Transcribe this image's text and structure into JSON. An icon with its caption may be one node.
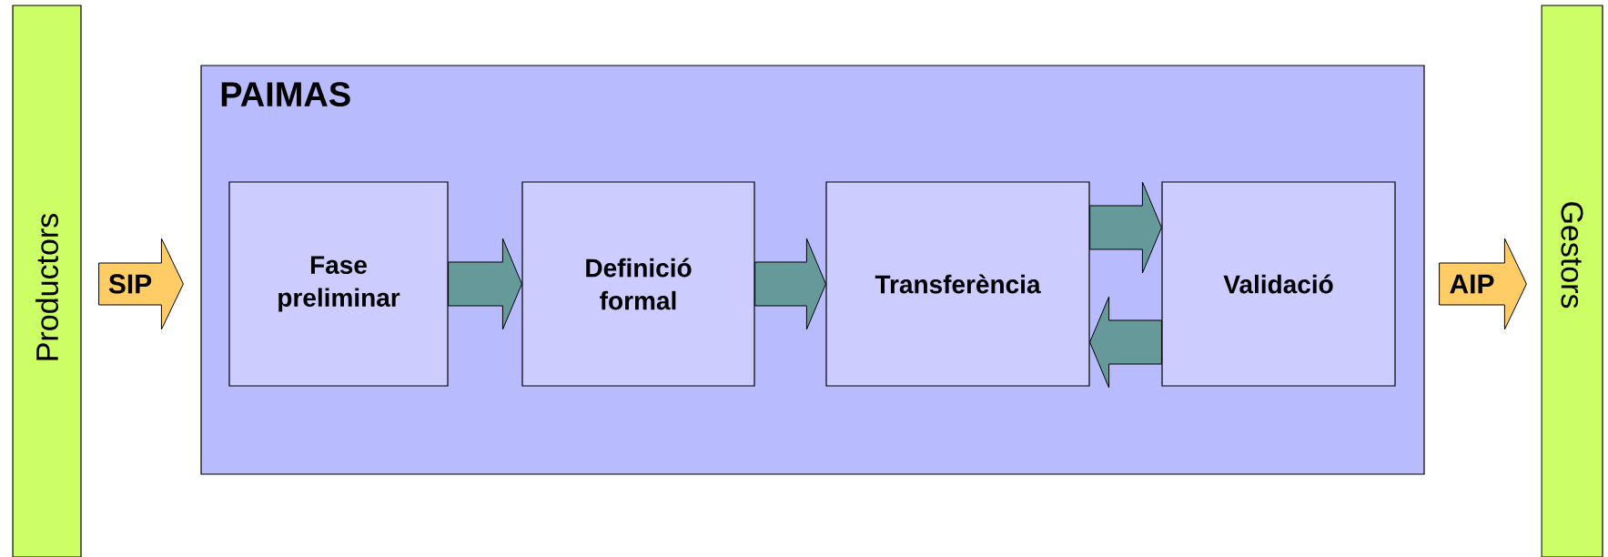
{
  "diagram": {
    "nodes": [
      {
        "text": [
          "Productors"
        ]
      },
      {
        "text": [
          "PAIMAS"
        ]
      },
      {
        "text": [
          "Fase preliminar"
        ],
        "in": 1
      },
      {
        "text": [
          "Definició formal"
        ],
        "in": 1
      },
      {
        "text": [
          "Transferència"
        ],
        "in": 1
      },
      {
        "text": [
          "Validació"
        ],
        "in": 1
      },
      {
        "text": [
          "Gestors"
        ]
      }
    ],
    "edges": [
      {
        "from": 0,
        "to": 1,
        "arrow": "to",
        "label": "SIP",
        "color": "#ffcc66"
      },
      {
        "from": 2,
        "to": 3,
        "arrow": "to"
      },
      {
        "from": 3,
        "to": 4,
        "arrow": "to"
      },
      {
        "from": 4,
        "to": 5,
        "arrow": "to"
      },
      {
        "from": 5,
        "to": 4,
        "arrow": "to"
      },
      {
        "from": 1,
        "to": 6,
        "arrow": "to",
        "label": "AIP",
        "color": "#ffcc66"
      }
    ]
  }
}
